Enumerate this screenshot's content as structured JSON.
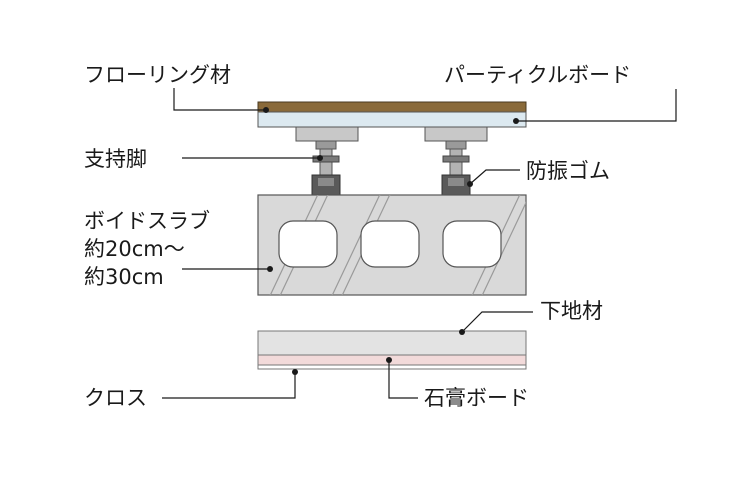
{
  "diagram": {
    "title": "Floor / ceiling section with void slab",
    "labels": {
      "flooring": "フローリング材",
      "particle_board": "パーティクルボード",
      "support_leg": "支持脚",
      "rubber": "防振ゴム",
      "slab_line1": "ボイドスラブ",
      "slab_line2": "約20cm〜",
      "slab_line3": "約30cm",
      "base_material": "下地材",
      "cloth": "クロス",
      "gypsum": "石膏ボード"
    },
    "colors": {
      "flooring": "#8a6a3a",
      "particle_board": "#dce9f0",
      "slab": "#d9d9d9",
      "slab_outline": "#555555",
      "base_material": "#e3e3e3",
      "gypsum": "#f2dada",
      "cloth": "#ffffff",
      "leg": "#b3b3b3",
      "rubber": "#5a5a5a"
    }
  }
}
